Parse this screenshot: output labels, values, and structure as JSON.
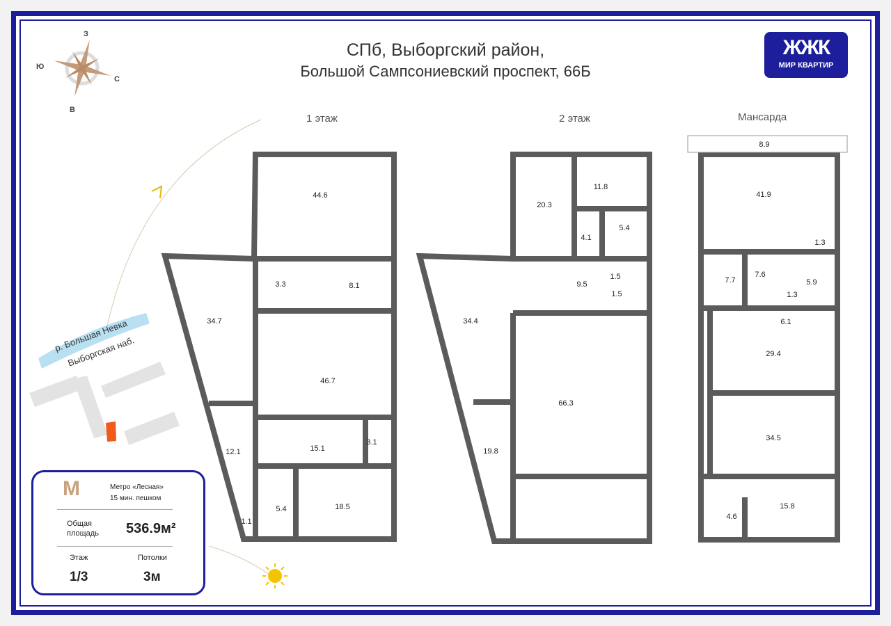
{
  "header": {
    "line1": "СПб, Выборгский район,",
    "line2": "Большой Сампсониевский проспект, 66Б"
  },
  "logo": {
    "mark": "ЖЖК",
    "name": "МИР КВАРТИР"
  },
  "compass": {
    "n": "З",
    "s": "В",
    "w": "Ю",
    "e": "С"
  },
  "map": {
    "river": "р. Большая Невка",
    "embankment": "Выборгская наб."
  },
  "floors": [
    {
      "label": "1 этаж",
      "rooms": [
        "44.6",
        "3.3",
        "8.1",
        "34.7",
        "46.7",
        "12.1",
        "15.1",
        "3.1",
        "5.4",
        "18.5",
        "1.1"
      ]
    },
    {
      "label": "2 этаж",
      "rooms": [
        "20.3",
        "11.8",
        "4.1",
        "5.4",
        "9.5",
        "1.5",
        "1.5",
        "34.4",
        "66.3",
        "19.8"
      ]
    },
    {
      "label": "Мансарда",
      "rooms": [
        "8.9",
        "41.9",
        "1.3",
        "7.7",
        "7.6",
        "5.9",
        "1.3",
        "6.1",
        "29.4",
        "34.5",
        "4.6",
        "15.8"
      ]
    }
  ],
  "info": {
    "metro": "Метро «Лесная»",
    "walk": "15 мин. пешком",
    "area_label_1": "Общая",
    "area_label_2": "площадь",
    "area": "536.9м²",
    "floor_label": "Этаж",
    "floor": "1/3",
    "ceiling_label": "Потолки",
    "ceiling": "3м"
  },
  "colors": {
    "brand": "#1c1e9c",
    "wall": "#5b5b5b",
    "metro": "#c8a27e",
    "building": "#f05a1a",
    "river": "#a8d8ef"
  }
}
